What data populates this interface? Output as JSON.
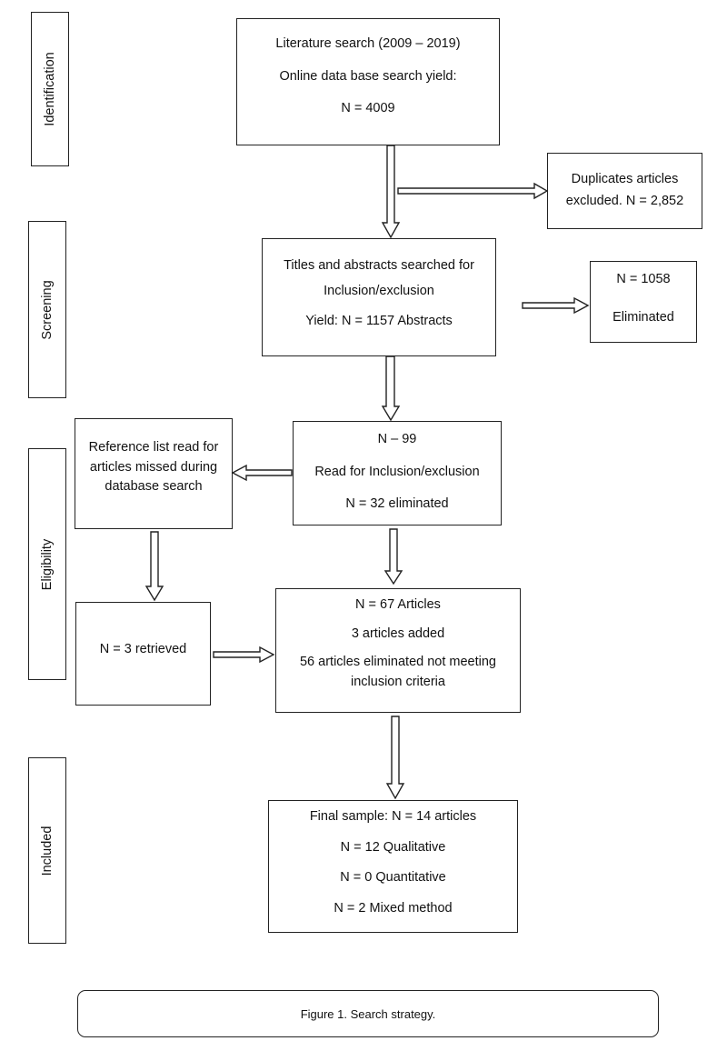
{
  "stages": {
    "identification": "Identification",
    "screening": "Screening",
    "eligibility": "Eligibility",
    "included": "Included"
  },
  "boxes": {
    "search": [
      "Literature search (2009 – 2019)",
      "Online data base search yield:",
      "N = 4009"
    ],
    "duplicates": [
      "Duplicates articles",
      "excluded. N = 2,852"
    ],
    "screening": [
      "Titles and abstracts searched for",
      "Inclusion/exclusion",
      "Yield: N = 1157 Abstracts"
    ],
    "eliminated_1058": [
      "N = 1058",
      "Eliminated"
    ],
    "read": [
      "N – 99",
      "Read for Inclusion/exclusion",
      "N = 32 eliminated"
    ],
    "reference": [
      "Reference list read for",
      "articles missed during",
      "database search"
    ],
    "articles67": [
      "N = 67 Articles",
      "3 articles added",
      "56 articles eliminated not meeting",
      "inclusion criteria"
    ],
    "retrieved": [
      "N = 3 retrieved"
    ],
    "final": [
      "Final sample: N = 14 articles",
      "N = 12 Qualitative",
      "N = 0 Quantitative",
      "N = 2 Mixed method"
    ]
  },
  "caption": "Figure 1. Search strategy."
}
